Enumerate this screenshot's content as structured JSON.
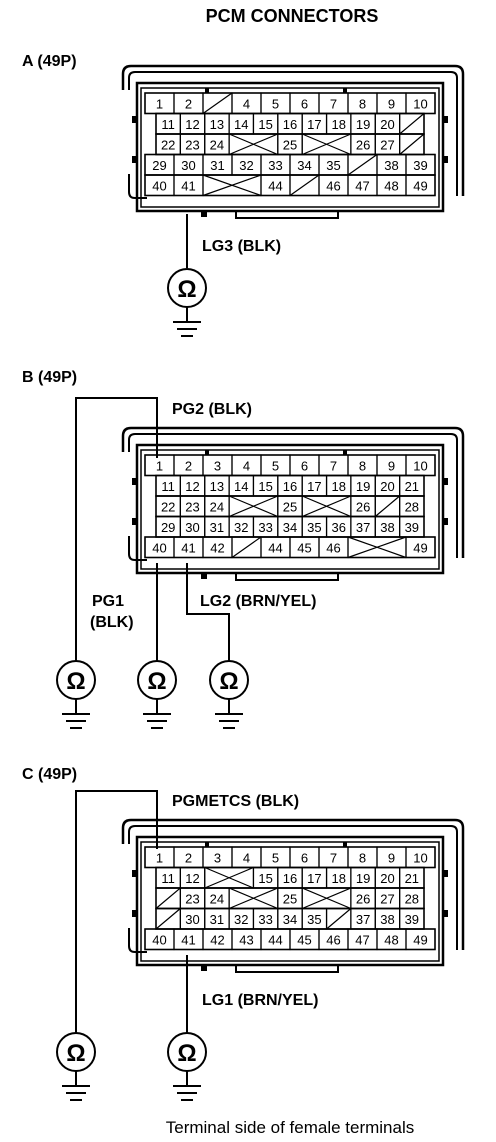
{
  "title": "PCM CONNECTORS",
  "footer": "Terminal side of female terminals",
  "meter_symbol": "Ω",
  "connectors": [
    {
      "label": "A (49P)",
      "rows": [
        [
          "1",
          "2",
          "",
          "4",
          "5",
          "6",
          "7",
          "8",
          "9",
          "10"
        ],
        [
          "11",
          "12",
          "13",
          "14",
          "15",
          "16",
          "17",
          "18",
          "19",
          "20",
          ""
        ],
        [
          "22",
          "23",
          "24",
          "",
          "",
          "25",
          "",
          "",
          "26",
          "27",
          ""
        ],
        [
          "29",
          "30",
          "31",
          "32",
          "33",
          "34",
          "35",
          "",
          "38",
          "39"
        ],
        [
          "40",
          "41",
          "",
          "",
          "44",
          "",
          "46",
          "47",
          "48",
          "49"
        ]
      ],
      "wires": [
        {
          "label": "LG3 (BLK)"
        }
      ]
    },
    {
      "label": "B (49P)",
      "rows": [
        [
          "1",
          "2",
          "3",
          "4",
          "5",
          "6",
          "7",
          "8",
          "9",
          "10"
        ],
        [
          "11",
          "12",
          "13",
          "14",
          "15",
          "16",
          "17",
          "18",
          "19",
          "20",
          "21"
        ],
        [
          "22",
          "23",
          "24",
          "",
          "",
          "25",
          "",
          "",
          "26",
          "",
          "28"
        ],
        [
          "29",
          "30",
          "31",
          "32",
          "33",
          "34",
          "35",
          "36",
          "37",
          "38",
          "39"
        ],
        [
          "40",
          "41",
          "42",
          "",
          "44",
          "45",
          "46",
          "",
          "",
          "49"
        ]
      ],
      "wires": [
        {
          "label": "PG2 (BLK)"
        },
        {
          "label": "PG1"
        },
        {
          "label": "(BLK)"
        },
        {
          "label": "LG2 (BRN/YEL)"
        }
      ]
    },
    {
      "label": "C (49P)",
      "rows": [
        [
          "1",
          "2",
          "3",
          "4",
          "5",
          "6",
          "7",
          "8",
          "9",
          "10"
        ],
        [
          "11",
          "12",
          "",
          "",
          "15",
          "16",
          "17",
          "18",
          "19",
          "20",
          "21"
        ],
        [
          "",
          "23",
          "24",
          "",
          "",
          "25",
          "",
          "",
          "26",
          "27",
          "28"
        ],
        [
          "",
          "30",
          "31",
          "32",
          "33",
          "34",
          "35",
          "",
          "37",
          "38",
          "39"
        ],
        [
          "40",
          "41",
          "42",
          "43",
          "44",
          "45",
          "46",
          "47",
          "48",
          "49"
        ]
      ],
      "wires": [
        {
          "label": "PGMETCS (BLK)"
        },
        {
          "label": "LG1 (BRN/YEL)"
        }
      ]
    }
  ]
}
